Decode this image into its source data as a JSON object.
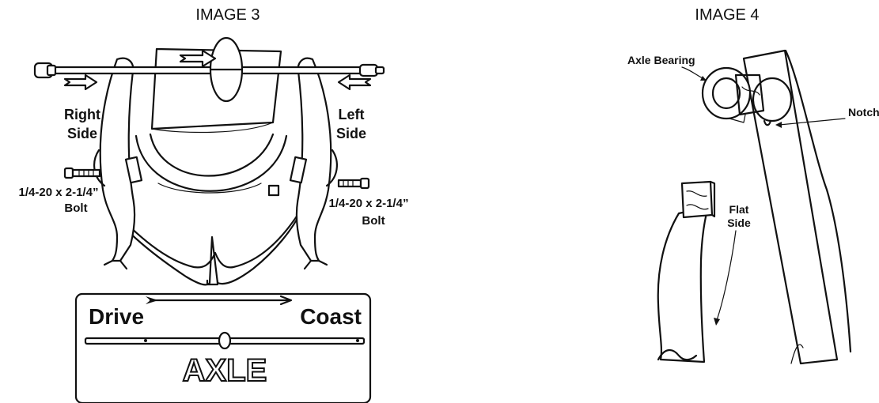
{
  "panels": [
    {
      "title": "IMAGE 3"
    },
    {
      "title": "IMAGE 4"
    }
  ],
  "image3": {
    "right_side": [
      "Right",
      "Side"
    ],
    "left_side": [
      "Left",
      "Side"
    ],
    "right_bolt": [
      "1/4-20 x 2-1/4”",
      "Bolt"
    ],
    "left_bolt": [
      "1/4-20 x 2-1/4”",
      "Bolt"
    ],
    "drive_label": "Drive",
    "coast_label": "Coast",
    "axle_label": "AXLE"
  },
  "image4": {
    "axle_bearing": "Axle Bearing",
    "notch": "Notch",
    "flat_side": [
      "Flat",
      "Side"
    ]
  },
  "colors": {
    "ink": "#111111",
    "background": "#ffffff"
  }
}
